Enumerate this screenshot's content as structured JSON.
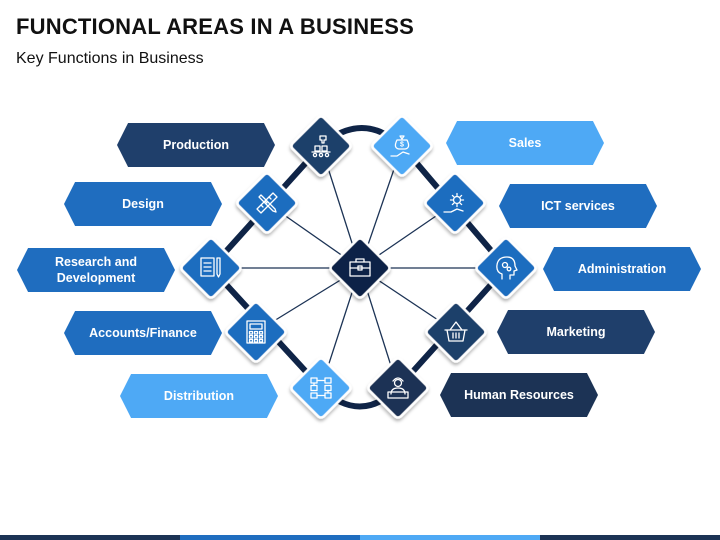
{
  "title": "FUNCTIONAL AREAS IN A BUSINESS",
  "subtitle": "Key Functions in Business",
  "colors": {
    "dark": "#1f3f6b",
    "dark_navy": "#1c3355",
    "medium": "#1f6dbf",
    "light": "#4ea9f5",
    "ring": "#0f2447",
    "spoke": "#1c3355"
  },
  "center": {
    "icon": "briefcase-icon"
  },
  "functions_left": [
    {
      "label": "Production",
      "shade": "dark",
      "icon": "conveyor-belt-icon"
    },
    {
      "label": "Design",
      "shade": "medium",
      "icon": "ruler-pencil-icon"
    },
    {
      "label": "Research and\nDevelopment",
      "shade": "medium",
      "icon": "document-pen-icon"
    },
    {
      "label": "Accounts/Finance",
      "shade": "medium",
      "icon": "calculator-icon"
    },
    {
      "label": "Distribution",
      "shade": "light",
      "icon": "flowchart-icon"
    }
  ],
  "functions_right": [
    {
      "label": "Sales",
      "shade": "light",
      "icon": "money-bag-hand-icon"
    },
    {
      "label": "ICT services",
      "shade": "medium",
      "icon": "gear-hand-icon"
    },
    {
      "label": "Administration",
      "shade": "medium",
      "icon": "head-gears-icon"
    },
    {
      "label": "Marketing",
      "shade": "dark",
      "icon": "shopping-basket-icon"
    },
    {
      "label": "Human Resources",
      "shade": "dark_navy",
      "icon": "worker-laptop-icon"
    }
  ],
  "bottom_bar_colors": [
    "#1c3355",
    "#1f6dbf",
    "#4ea9f5",
    "#1c3355"
  ]
}
